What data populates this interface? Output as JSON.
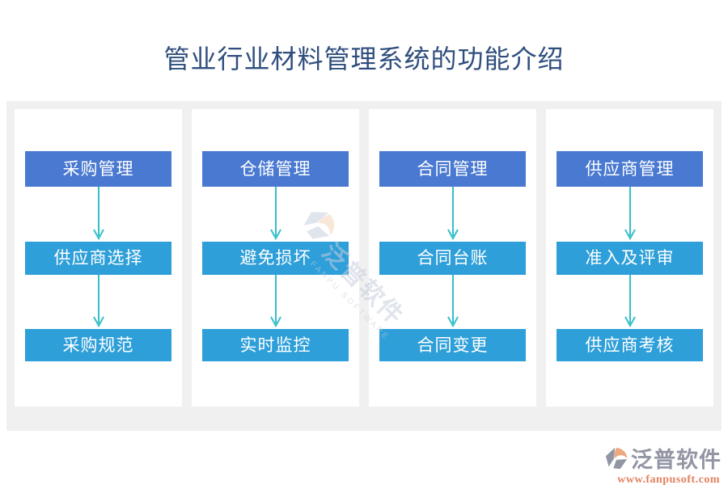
{
  "title": "管业行业材料管理系统的功能介绍",
  "columns": [
    {
      "header": "采购管理",
      "steps": [
        "供应商选择",
        "采购规范"
      ]
    },
    {
      "header": "仓储管理",
      "steps": [
        "避免损坏",
        "实时监控"
      ]
    },
    {
      "header": "合同管理",
      "steps": [
        "合同台账",
        "合同变更"
      ]
    },
    {
      "header": "供应商管理",
      "steps": [
        "准入及评审",
        "供应商考核"
      ]
    }
  ],
  "watermark": {
    "brand": "泛普软件",
    "brand_en": "FANPU SOFTWARE"
  },
  "footer": {
    "brand": "泛普软件",
    "url": "www.fanpusoft.com"
  },
  "icons": {
    "down_arrow": "down-arrow-icon",
    "fanpu_logo": "fanpu-hexagon-logo-icon"
  },
  "colors": {
    "title_text": "#2F4E7E",
    "header_box": "#4979D1",
    "step_box": "#2E9FD9",
    "arrow": "#35BFC9",
    "panel_background": "#F0F0F1",
    "card_background": "#FFFFFF",
    "box_text": "#FFFFFF",
    "footer_brand_gray": "#9295A3",
    "footer_url_orange": "#E4815D",
    "logo_crescent_orange": "#EDA87E",
    "watermark_tint": "#C7CEDD"
  }
}
